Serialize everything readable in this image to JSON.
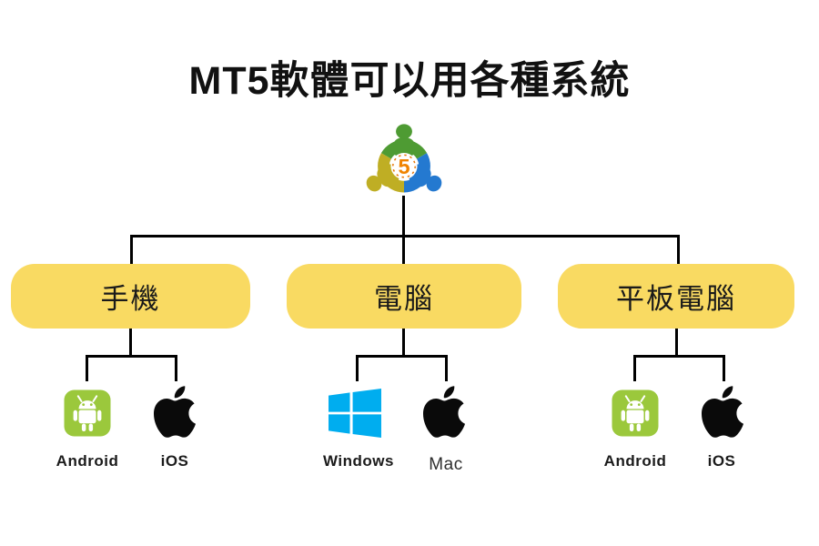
{
  "title": "MT5軟體可以用各種系統",
  "logo": {
    "name": "MetaTrader 5 logo",
    "number": "5",
    "colors": {
      "green": "#4E9B33",
      "blue": "#2479D0",
      "yellow": "#BFAE24",
      "orange": "#F08300",
      "center": "#FFFFFF"
    }
  },
  "colors": {
    "background": "#FFFFFF",
    "box_fill": "#F9DA62",
    "connector": "#000000",
    "android_green": "#9BC83C",
    "windows_blue": "#00ADEF",
    "apple_black": "#0A0A0A",
    "title_text": "#111111",
    "label_text": "#1B1B1B"
  },
  "boxes": [
    {
      "label": "手機"
    },
    {
      "label": "電腦"
    },
    {
      "label": "平板電腦"
    }
  ],
  "groups": [
    {
      "parent": "手機",
      "items": [
        {
          "icon": "android-icon",
          "label": "Android"
        },
        {
          "icon": "apple-icon",
          "label": "iOS"
        }
      ]
    },
    {
      "parent": "電腦",
      "items": [
        {
          "icon": "windows-icon",
          "label": "Windows"
        },
        {
          "icon": "apple-icon",
          "label": "Mac"
        }
      ]
    },
    {
      "parent": "平板電腦",
      "items": [
        {
          "icon": "android-icon",
          "label": "Android"
        },
        {
          "icon": "apple-icon",
          "label": "iOS"
        }
      ]
    }
  ]
}
